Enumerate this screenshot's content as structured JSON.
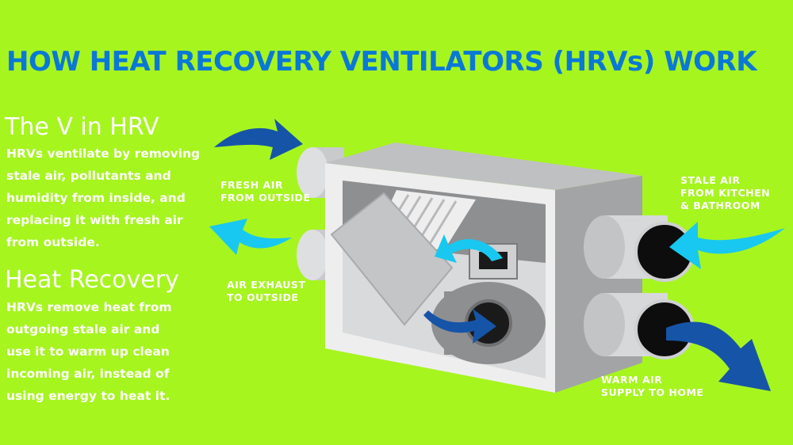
{
  "title": "HOW HEAT RECOVERY VENTILATORS (HRVs) WORK",
  "sections": [
    {
      "heading": "The V in HRV",
      "lines": [
        "HRVs ventilate by removing",
        "stale air, pollutants and",
        "humidity from inside, and",
        "replacing it with fresh air",
        "from outside."
      ]
    },
    {
      "heading": "Heat Recovery",
      "lines": [
        "HRVs remove heat from",
        "outgoing stale air and",
        "use it to warm up clean",
        "incoming air, instead of",
        "using energy to heat it."
      ]
    }
  ],
  "labels": {
    "fresh_air": [
      "FRESH AIR",
      "FROM OUTSIDE"
    ],
    "exhaust": [
      "AIR EXHAUST",
      "TO OUTSIDE"
    ],
    "stale_air": [
      "STALE AIR",
      "FROM KITCHEN",
      "& BATHROOM"
    ],
    "warm_air": [
      "WARM AIR",
      "SUPPLY TO HOME"
    ]
  },
  "colors": {
    "background": "#a6f51f",
    "title": "#0a78d6",
    "dark_blue_arrow": "#1654a8",
    "light_blue_arrow": "#18c8f0"
  },
  "icons": [
    "fresh-air-arrow",
    "exhaust-arrow",
    "stale-air-arrow",
    "warm-supply-arrow",
    "internal-flow-arrow"
  ]
}
